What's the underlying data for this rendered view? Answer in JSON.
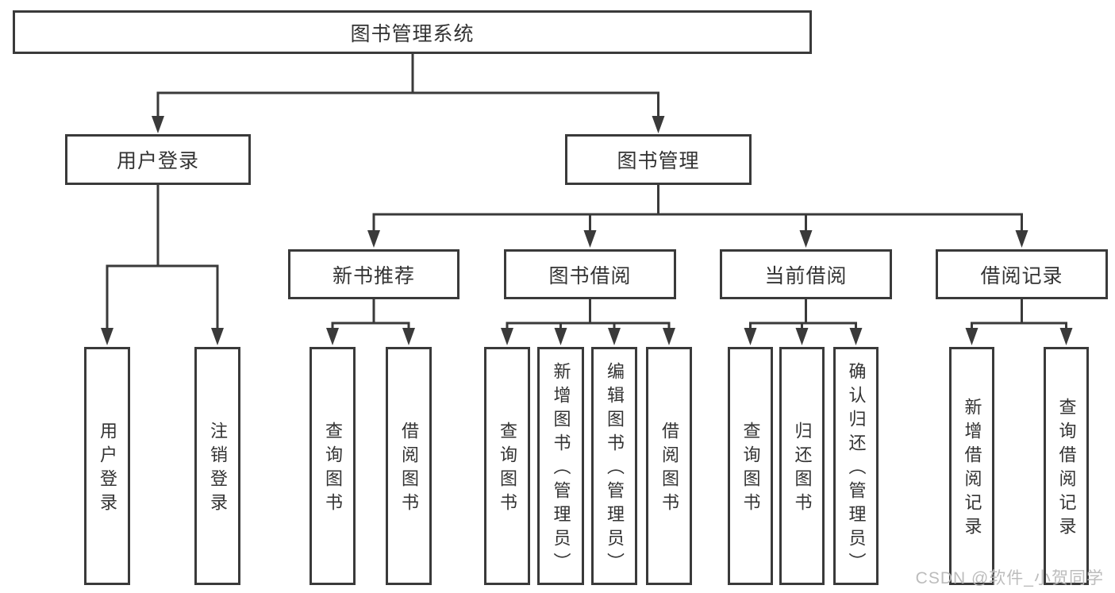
{
  "diagram": {
    "title": "图书管理系统",
    "root": {
      "label": "图书管理系统",
      "children": [
        {
          "label": "用户登录",
          "children": [
            {
              "label": "用户登录"
            },
            {
              "label": "注销登录"
            }
          ]
        },
        {
          "label": "图书管理",
          "children": [
            {
              "label": "新书推荐",
              "children": [
                {
                  "label": "查询图书"
                },
                {
                  "label": "借阅图书"
                }
              ]
            },
            {
              "label": "图书借阅",
              "children": [
                {
                  "label": "查询图书"
                },
                {
                  "label": "新增图书（管理员）"
                },
                {
                  "label": "编辑图书（管理员）"
                },
                {
                  "label": "借阅图书"
                }
              ]
            },
            {
              "label": "当前借阅",
              "children": [
                {
                  "label": "查询图书"
                },
                {
                  "label": "归还图书"
                },
                {
                  "label": "确认归还（管理员）"
                }
              ]
            },
            {
              "label": "借阅记录",
              "children": [
                {
                  "label": "新增借阅记录"
                },
                {
                  "label": "查询借阅记录"
                }
              ]
            }
          ]
        }
      ]
    },
    "watermark": "CSDN @软件_小贺同学",
    "colors": {
      "line": "#3a3a3a",
      "text": "#333333",
      "background": "#ffffff",
      "watermark": "#b9b9b9"
    }
  }
}
